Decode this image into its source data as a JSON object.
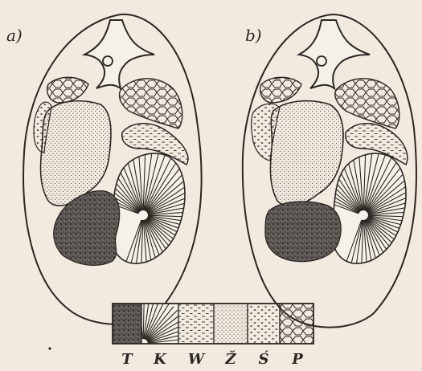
{
  "figure": {
    "panels": [
      {
        "id": "a",
        "label": "a)"
      },
      {
        "id": "b",
        "label": "b)"
      }
    ],
    "legend": {
      "items": [
        {
          "key": "T",
          "label": "T",
          "pattern": "dark-stipple"
        },
        {
          "key": "K",
          "label": "K",
          "pattern": "radiating-lines"
        },
        {
          "key": "W",
          "label": "W",
          "pattern": "short-dashes"
        },
        {
          "key": "Z",
          "label": "Ž",
          "pattern": "fine-dots"
        },
        {
          "key": "S",
          "label": "Ś",
          "pattern": "coarse-dots"
        },
        {
          "key": "P",
          "label": "P",
          "pattern": "cell-network"
        }
      ]
    }
  }
}
